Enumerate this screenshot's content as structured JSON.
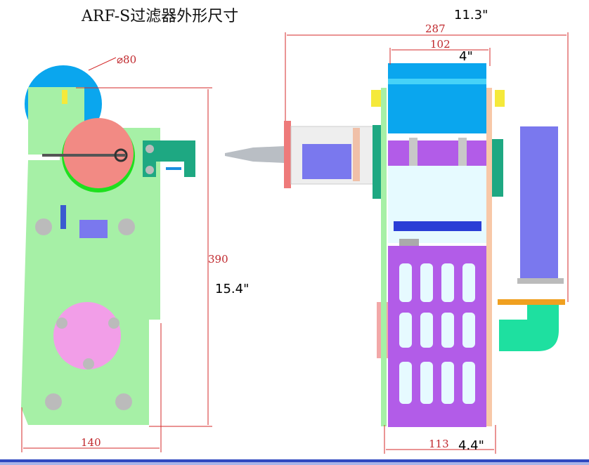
{
  "title": "ARF-S过滤器外形尺寸",
  "dimensions": {
    "diameter": "⌀80",
    "height_mm": "390",
    "height_in": "15.4\"",
    "width_mm": "140",
    "length_mm": "287",
    "length_in": "11.3\"",
    "roll_mm": "102",
    "roll_in": "4\"",
    "depth_mm": "113",
    "depth_in": "4.4\""
  },
  "colors": {
    "dimension": "#d42a2a",
    "frame": "#a6f0a6",
    "roll": "#0aa6ee",
    "cage": "#b25ce8",
    "footer": "#3048c0"
  }
}
